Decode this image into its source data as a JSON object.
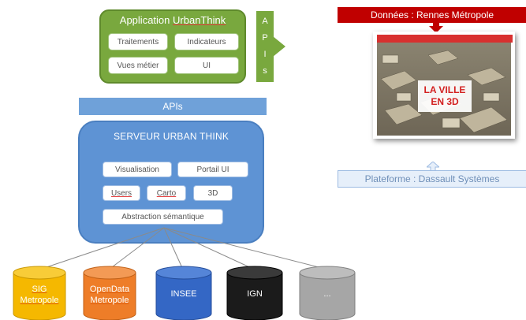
{
  "app": {
    "title_prefix": "Application ",
    "title_brand": "UrbanThink",
    "modules": [
      "Traitements",
      "Indicateurs",
      "Vues métier",
      "UI"
    ]
  },
  "apis_vertical": [
    "A",
    "P",
    "I",
    "s"
  ],
  "apis_bar": "APIs",
  "server": {
    "title": "SERVEUR URBAN THINK",
    "modules": {
      "visualisation": "Visualisation",
      "portail": "Portail UI",
      "users": "Users",
      "carto": "Carto",
      "threed": "3D",
      "abstraction": "Abstraction sémantique"
    }
  },
  "sources": [
    {
      "line1": "SIG",
      "line2": "Metropole",
      "color": "#f5b800"
    },
    {
      "line1": "OpenData",
      "line2": "Metropole",
      "color": "#ee7d28"
    },
    {
      "line1": "INSEE",
      "line2": "",
      "color": "#3467c5"
    },
    {
      "line1": "IGN",
      "line2": "",
      "color": "#1b1b1b"
    },
    {
      "line1": "...",
      "line2": "",
      "color": "#a6a6a6"
    }
  ],
  "donnees": "Données : Rennes Métropole",
  "city_image": {
    "line1": "LA VILLE",
    "line2": "EN 3D"
  },
  "plateforme": "Plateforme : Dassault Systèmes",
  "colors": {
    "green": "#79a83e",
    "blue": "#5e93d4",
    "red": "#c00000"
  }
}
